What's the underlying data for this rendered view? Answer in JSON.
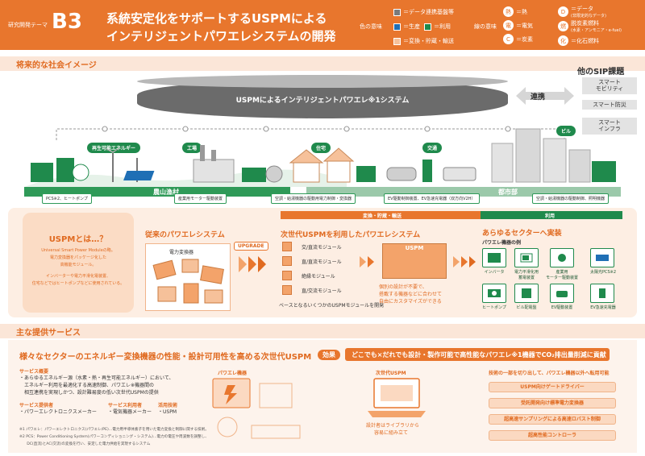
{
  "header": {
    "theme_label": "研究開発テーマ",
    "code": "B3",
    "title_line1": "系統安定化をサポートするUSPMによる",
    "title_line2": "インテリジェントパワエレシステムの開発",
    "legend_color_heading": "色の意味",
    "legend_line_heading": "線の意味",
    "legend_colors": [
      {
        "label": "＝データ連携基盤等",
        "color": "#7a7a7a"
      },
      {
        "label": "＝生産",
        "color": "#1f6fb5"
      },
      {
        "label": "＝利用",
        "color": "#1f8a4c"
      },
      {
        "label": "＝変換・貯蔵・輸送",
        "color": "#f6c19a"
      }
    ],
    "legend_lines": [
      {
        "symbol": "熱",
        "label": "＝熱"
      },
      {
        "symbol": "電",
        "label": "＝電気"
      },
      {
        "symbol": "C",
        "label": "＝炭素"
      },
      {
        "symbol": "D",
        "label": "＝データ",
        "sub": "(非限定的なデータ)"
      },
      {
        "symbol": "燃",
        "label": "脱炭素燃料",
        "sub": "(水素・アンモニア・e-fuel)"
      },
      {
        "symbol": "化",
        "label": "＝化石燃料"
      }
    ]
  },
  "section1": {
    "title": "将来的な社会イメージ",
    "uspm_system_label": "USPMによるインテリジェントパワエレ※1システム",
    "sip_title": "他のSIP課題",
    "renkei": "連携",
    "sip_items": [
      "スマート\nモビリティ",
      "スマート防災",
      "スマート\nインフラ"
    ],
    "area_pills": [
      "再生可能エネルギー",
      "工場",
      "住宅",
      "交通",
      "ビル"
    ],
    "area_labels": [
      "農山漁村",
      "都市部"
    ],
    "captions": [
      "PCS※2、ヒートポンプ",
      "産業用モーター駆動装置",
      "空調・給湯機器の駆動用電力制御・変換器",
      "EV駆動制御装置、EV急速充電器（双方向V2H）",
      "空調・給湯機器の駆動制御、照明機器"
    ]
  },
  "section_mid": {
    "phase_labels": [
      "変換・貯蔵・輸送",
      "利用"
    ],
    "uspm_what_title": "USPMとは…？",
    "uspm_what_lines": [
      "Universal Smart Power Moduleの略。",
      "電力変換器をパッケージ化した",
      "高機能モジュール。",
      "インバーターや電力平滑化電装置、",
      "住宅などではヒートポンプなどに使用されている。"
    ],
    "conventional_title": "従来のパワエレシステム",
    "converter_label": "電力変換器",
    "upgrade": "UPGRADE",
    "next_title": "次世代USPMを利用したパワエレシステム",
    "modules": [
      "交/直流モジュール",
      "直/直流モジュール",
      "絶縁モジュール",
      "直/交流モジュール"
    ],
    "base_note": "ベースとなるいくつかのUSPMモジュールを開発",
    "uspm_box_label": "USPM",
    "custom_note": [
      "個別の設計が不要で、",
      "搭載する機器などに合わせて",
      "自由にカスタマイズができる"
    ],
    "all_sector_title": "あらゆるセクターへ実装",
    "device_examples_title": "パワエレ機器の例",
    "devices": [
      "インバータ",
      "電力平滑化用\n蓄電装置",
      "産業用\nモーター駆動装置",
      "太陽光PCS※2",
      "ヒートポンプ",
      "ビル配電盤",
      "EV駆動装置",
      "EV急速充電器"
    ]
  },
  "section2": {
    "title": "主な提供サービス",
    "main_title": "様々なセクターのエネルギー変換機器の性能・設計可用性を高める次世代USPM",
    "effect_badge": "効果",
    "effect_text": "どこでも×だれでも設計・製作可能で高性能なパワエレ※1機器でCO₂排出量削減に貢献",
    "overview_head": "サービス概要",
    "overview_lines": [
      "・あらゆるエネルギー源（水素・熱・再生可能エネルギー）において、",
      "　エネルギー利用を最適化する高速制御、パワエレ※機器間の",
      "　相互連携を実現しかつ、設計難易度の低い次世代USPMの提供"
    ],
    "provider_head": "サービス提供者",
    "provider": "・パワーエレクトロニクスメーカー",
    "user_head": "サービス利用者",
    "user": "・電気機器メーカー",
    "tech_head": "活用技術",
    "tech": "・USPM",
    "pe_label": "パワエレ機器",
    "next_uspm_label": "次世代USPM",
    "lib_note": [
      "設計者はライブラリから",
      "容易に組み立て"
    ],
    "transfer_title": "技術の一部を切り出して、パワエレ機器以外へ転用可能",
    "services": [
      "USPM向けゲートドライバー",
      "受託開発向け標準電力変換器",
      "超高速サンプリングによる高速ロバスト制御",
      "超高性能コントローラ"
    ],
    "footnotes": [
      "※1 パワエレ：パワーエレクトロニクス(パワエレ/PE)…電力用半導体素子を用いた電力変換と制御に関する技術。",
      "※2 PCS：Power Conditioning System(パワーコンディショニング・システム)…電力の電圧や周波数を調整し、",
      "　　DC(直流)とAC(交流)の変換を行い、安定した電力供給を実現するシステム"
    ]
  },
  "colors": {
    "accent": "#e8762d",
    "green": "#1f8a4c",
    "gray": "#6b6b6b"
  }
}
